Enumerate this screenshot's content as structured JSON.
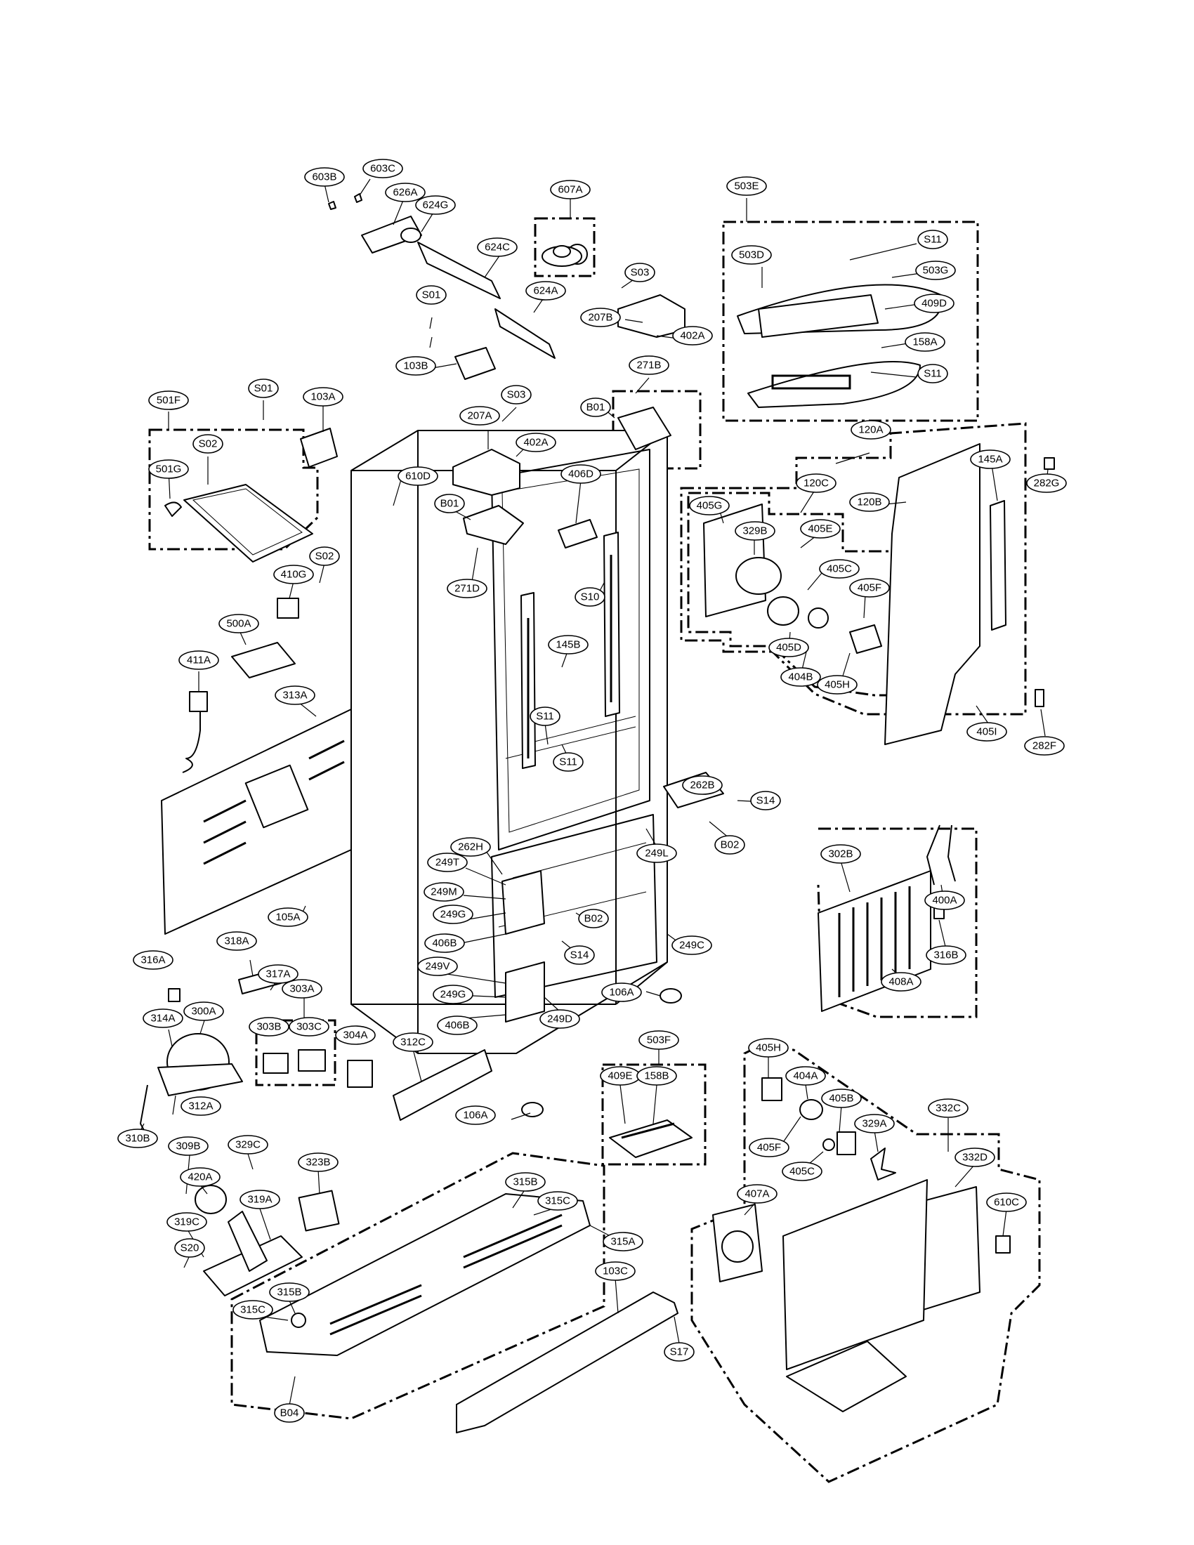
{
  "diagram": {
    "labels": [
      {
        "id": "603B",
        "text": "603B"
      },
      {
        "id": "603C",
        "text": "603C"
      },
      {
        "id": "626A",
        "text": "626A"
      },
      {
        "id": "624G",
        "text": "624G"
      },
      {
        "id": "624C",
        "text": "624C"
      },
      {
        "id": "624A",
        "text": "624A"
      },
      {
        "id": "607A",
        "text": "607A"
      },
      {
        "id": "S03a",
        "text": "S03"
      },
      {
        "id": "207B",
        "text": "207B"
      },
      {
        "id": "402Aa",
        "text": "402A"
      },
      {
        "id": "503E",
        "text": "503E"
      },
      {
        "id": "S11a",
        "text": "S11"
      },
      {
        "id": "503D",
        "text": "503D"
      },
      {
        "id": "503G",
        "text": "503G"
      },
      {
        "id": "409D",
        "text": "409D"
      },
      {
        "id": "158A",
        "text": "158A"
      },
      {
        "id": "S11b",
        "text": "S11"
      },
      {
        "id": "S01a",
        "text": "S01"
      },
      {
        "id": "103B",
        "text": "103B"
      },
      {
        "id": "271B",
        "text": "271B"
      },
      {
        "id": "B01a",
        "text": "B01"
      },
      {
        "id": "501F",
        "text": "501F"
      },
      {
        "id": "S01b",
        "text": "S01"
      },
      {
        "id": "103A",
        "text": "103A"
      },
      {
        "id": "S03b",
        "text": "S03"
      },
      {
        "id": "207A",
        "text": "207A"
      },
      {
        "id": "402Ab",
        "text": "402A"
      },
      {
        "id": "S02a",
        "text": "S02"
      },
      {
        "id": "501G",
        "text": "501G"
      },
      {
        "id": "610D",
        "text": "610D"
      },
      {
        "id": "B01b",
        "text": "B01"
      },
      {
        "id": "406D",
        "text": "406D"
      },
      {
        "id": "120A",
        "text": "120A"
      },
      {
        "id": "282G",
        "text": "282G"
      },
      {
        "id": "120C",
        "text": "120C"
      },
      {
        "id": "405G",
        "text": "405G"
      },
      {
        "id": "329B",
        "text": "329B"
      },
      {
        "id": "405E",
        "text": "405E"
      },
      {
        "id": "120B",
        "text": "120B"
      },
      {
        "id": "145A",
        "text": "145A"
      },
      {
        "id": "410G",
        "text": "410G"
      },
      {
        "id": "S02b",
        "text": "S02"
      },
      {
        "id": "271D",
        "text": "271D"
      },
      {
        "id": "S10",
        "text": "S10"
      },
      {
        "id": "405C",
        "text": "405C"
      },
      {
        "id": "405F",
        "text": "405F"
      },
      {
        "id": "500A",
        "text": "500A"
      },
      {
        "id": "145B",
        "text": "145B"
      },
      {
        "id": "405D",
        "text": "405D"
      },
      {
        "id": "404B",
        "text": "404B"
      },
      {
        "id": "405H",
        "text": "405H"
      },
      {
        "id": "411A",
        "text": "411A"
      },
      {
        "id": "S11c",
        "text": "S11"
      },
      {
        "id": "313A",
        "text": "313A"
      },
      {
        "id": "405I",
        "text": "405I"
      },
      {
        "id": "282F",
        "text": "282F"
      },
      {
        "id": "S11d",
        "text": "S11"
      },
      {
        "id": "262B",
        "text": "262B"
      },
      {
        "id": "S14a",
        "text": "S14"
      },
      {
        "id": "B02a",
        "text": "B02"
      },
      {
        "id": "262H",
        "text": "262H"
      },
      {
        "id": "249L",
        "text": "249L"
      },
      {
        "id": "302B",
        "text": "302B"
      },
      {
        "id": "249T",
        "text": "249T"
      },
      {
        "id": "249M",
        "text": "249M"
      },
      {
        "id": "400A",
        "text": "400A"
      },
      {
        "id": "249G",
        "text": "249G"
      },
      {
        "id": "B02b",
        "text": "B02"
      },
      {
        "id": "105A",
        "text": "105A"
      },
      {
        "id": "406B",
        "text": "406B"
      },
      {
        "id": "S14b",
        "text": "S14"
      },
      {
        "id": "249C",
        "text": "249C"
      },
      {
        "id": "316B",
        "text": "316B"
      },
      {
        "id": "318A",
        "text": "318A"
      },
      {
        "id": "316A",
        "text": "316A"
      },
      {
        "id": "317A",
        "text": "317A"
      },
      {
        "id": "249V",
        "text": "249V"
      },
      {
        "id": "408A",
        "text": "408A"
      },
      {
        "id": "303A",
        "text": "303A"
      },
      {
        "id": "106Aa",
        "text": "106A"
      },
      {
        "id": "249Gb",
        "text": "249G"
      },
      {
        "id": "406Bb",
        "text": "406B"
      },
      {
        "id": "249D",
        "text": "249D"
      },
      {
        "id": "314A",
        "text": "314A"
      },
      {
        "id": "300A",
        "text": "300A"
      },
      {
        "id": "303B",
        "text": "303B"
      },
      {
        "id": "303C",
        "text": "303C"
      },
      {
        "id": "304A",
        "text": "304A"
      },
      {
        "id": "503F",
        "text": "503F"
      },
      {
        "id": "312C",
        "text": "312C"
      },
      {
        "id": "405Hb",
        "text": "405H"
      },
      {
        "id": "409E",
        "text": "409E"
      },
      {
        "id": "158B",
        "text": "158B"
      },
      {
        "id": "404A",
        "text": "404A"
      },
      {
        "id": "405B",
        "text": "405B"
      },
      {
        "id": "332C",
        "text": "332C"
      },
      {
        "id": "312A",
        "text": "312A"
      },
      {
        "id": "106Ab",
        "text": "106A"
      },
      {
        "id": "310B",
        "text": "310B"
      },
      {
        "id": "405Fb",
        "text": "405F"
      },
      {
        "id": "405Cb",
        "text": "405C"
      },
      {
        "id": "329A",
        "text": "329A"
      },
      {
        "id": "309B",
        "text": "309B"
      },
      {
        "id": "329C",
        "text": "329C"
      },
      {
        "id": "420A",
        "text": "420A"
      },
      {
        "id": "323B",
        "text": "323B"
      },
      {
        "id": "315B",
        "text": "315B"
      },
      {
        "id": "315C",
        "text": "315C"
      },
      {
        "id": "332D",
        "text": "332D"
      },
      {
        "id": "319A",
        "text": "319A"
      },
      {
        "id": "407A",
        "text": "407A"
      },
      {
        "id": "610C",
        "text": "610C"
      },
      {
        "id": "319C",
        "text": "319C"
      },
      {
        "id": "315A",
        "text": "315A"
      },
      {
        "id": "S20",
        "text": "S20"
      },
      {
        "id": "103C",
        "text": "103C"
      },
      {
        "id": "315Bb",
        "text": "315B"
      },
      {
        "id": "315Cb",
        "text": "315C"
      },
      {
        "id": "S17",
        "text": "S17"
      },
      {
        "id": "B04",
        "text": "B04"
      }
    ]
  }
}
